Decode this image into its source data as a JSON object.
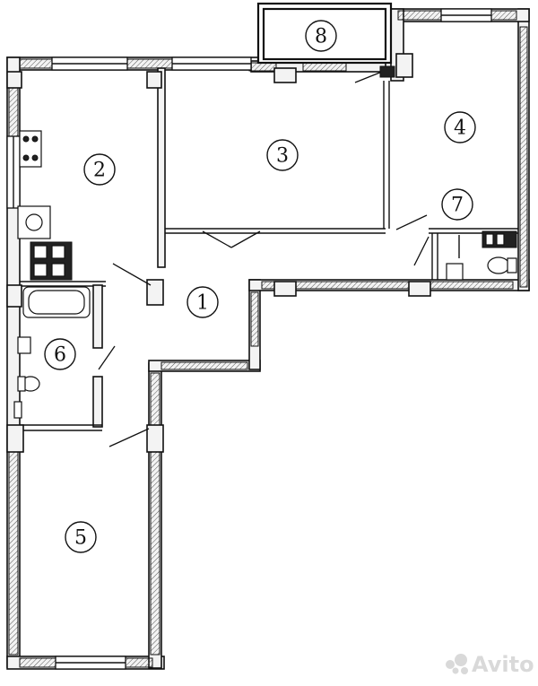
{
  "rooms": [
    {
      "id": "1"
    },
    {
      "id": "2"
    },
    {
      "id": "3"
    },
    {
      "id": "4"
    },
    {
      "id": "5"
    },
    {
      "id": "6"
    },
    {
      "id": "7"
    },
    {
      "id": "8"
    }
  ],
  "watermark": {
    "text": "Avito"
  }
}
